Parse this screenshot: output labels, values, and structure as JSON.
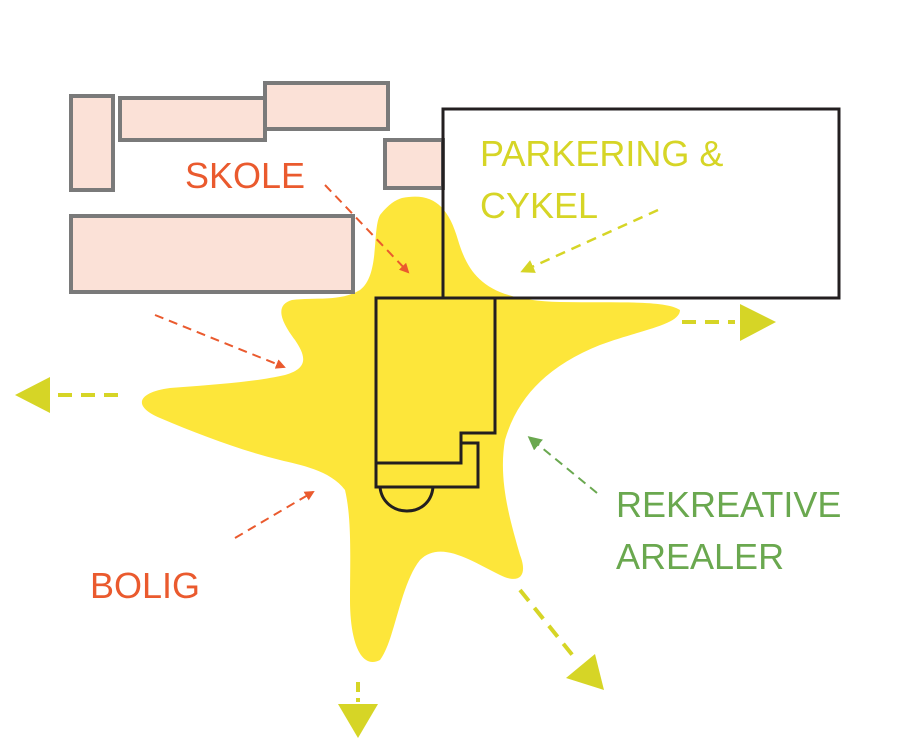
{
  "labels": {
    "skole": "SKOLE",
    "parkering_line1": "PARKERING &",
    "parkering_line2": "CYKEL",
    "rekreative_line1": "REKREATIVE",
    "rekreative_line2": "AREALER",
    "bolig": "BOLIG"
  },
  "colors": {
    "zone_fill": "#fde63a",
    "school_building_fill": "#fbe1d7",
    "school_building_stroke": "#7a7a7a",
    "outline": "#231f20",
    "red_label": "#ea5a2e",
    "yellow_green": "#d6d526",
    "green": "#6aa84f"
  }
}
